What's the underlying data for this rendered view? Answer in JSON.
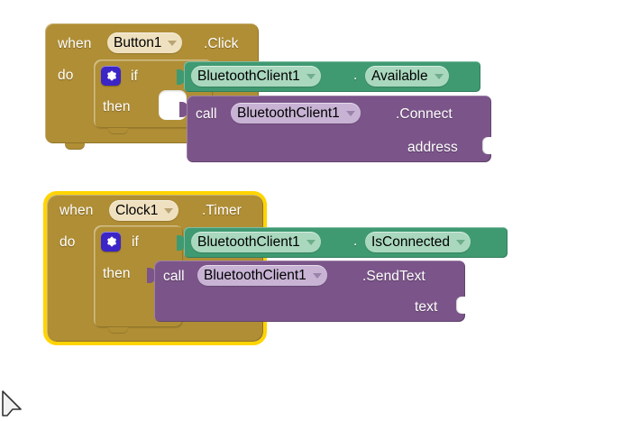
{
  "app": {
    "name": "MIT App Inventor Blocks Editor",
    "workspace_background": "#ffffff"
  },
  "colors": {
    "event_block": "#b08e35",
    "control_block": "#b08e35",
    "getter_block": "#3f9a72",
    "call_block": "#7b5589",
    "selection_outline": "#ffd400",
    "gold_field": "#efe1c0",
    "green_field": "#a9d8be",
    "purple_field": "#c8b3d5",
    "gear_badge": "#3b25c6",
    "label_text": "#ffffff",
    "field_text": "#000000"
  },
  "blocks": [
    {
      "id": "when-button1-click",
      "type": "event",
      "selected": false,
      "when_label": "when",
      "component": "Button1",
      "event_suffix": ".Click",
      "do_label": "do",
      "body": {
        "id": "if-then-1",
        "type": "control-if",
        "gear_icon": "gear-icon",
        "if_label": "if",
        "then_label": "then",
        "condition": {
          "id": "bluetoothclient1-available",
          "type": "getter",
          "component": "BluetoothClient1",
          "dot": ".",
          "property": "Available"
        },
        "then_body": {
          "id": "call-bluetoothclient1-connect",
          "type": "call",
          "call_label": "call",
          "component": "BluetoothClient1",
          "method_suffix": ".Connect",
          "args": [
            {
              "name": "address",
              "socket": "empty"
            }
          ]
        }
      }
    },
    {
      "id": "when-clock1-timer",
      "type": "event",
      "selected": true,
      "when_label": "when",
      "component": "Clock1",
      "event_suffix": ".Timer",
      "do_label": "do",
      "body": {
        "id": "if-then-2",
        "type": "control-if",
        "gear_icon": "gear-icon",
        "if_label": "if",
        "then_label": "then",
        "condition": {
          "id": "bluetoothclient1-isconnected",
          "type": "getter",
          "component": "BluetoothClient1",
          "dot": ".",
          "property": "IsConnected"
        },
        "then_body": {
          "id": "call-bluetoothclient1-sendtext",
          "type": "call",
          "call_label": "call",
          "component": "BluetoothClient1",
          "method_suffix": ".SendText",
          "args": [
            {
              "name": "text",
              "socket": "empty"
            }
          ]
        }
      }
    }
  ],
  "cursor": {
    "icon": "mouse-pointer-icon"
  }
}
